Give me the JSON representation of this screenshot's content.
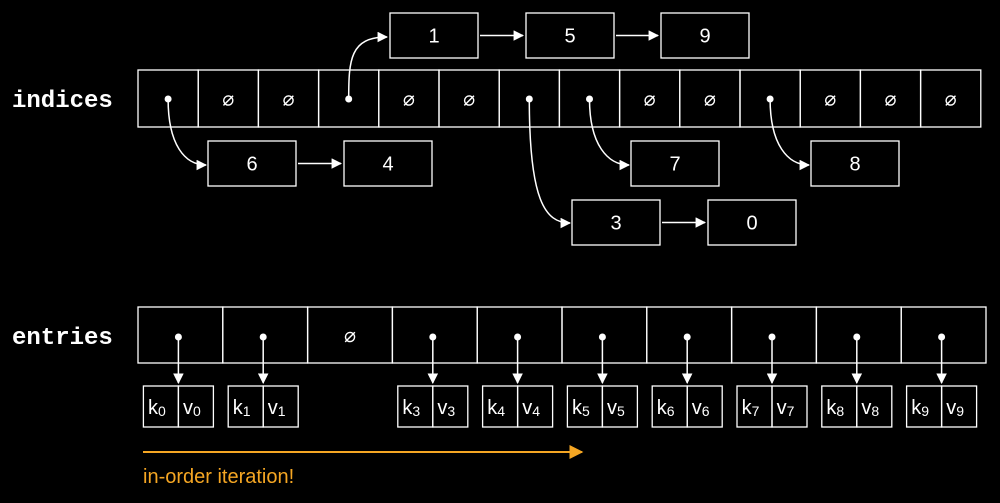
{
  "labels": {
    "indices": "indices",
    "entries": "entries",
    "footer": "in-order iteration!"
  },
  "indices": {
    "cells": [
      "",
      "⌀",
      "⌀",
      "",
      "⌀",
      "⌀",
      "",
      "",
      "⌀",
      "⌀",
      "",
      "⌀",
      "⌀",
      "⌀"
    ]
  },
  "chains": {
    "top": [
      "1",
      "5",
      "9"
    ],
    "cell0": [
      "6",
      "4"
    ],
    "cell6": [
      "3",
      "0"
    ],
    "cell7": [
      "7"
    ],
    "cell10": [
      "8"
    ]
  },
  "entries": {
    "cells": [
      "",
      "",
      "⌀",
      "",
      "",
      "",
      "",
      "",
      "",
      ""
    ],
    "pairs": [
      {
        "k": "k",
        "ksub": "0",
        "v": "v",
        "vsub": "0"
      },
      {
        "k": "k",
        "ksub": "1",
        "v": "v",
        "vsub": "1"
      },
      null,
      {
        "k": "k",
        "ksub": "3",
        "v": "v",
        "vsub": "3"
      },
      {
        "k": "k",
        "ksub": "4",
        "v": "v",
        "vsub": "4"
      },
      {
        "k": "k",
        "ksub": "5",
        "v": "v",
        "vsub": "5"
      },
      {
        "k": "k",
        "ksub": "6",
        "v": "v",
        "vsub": "6"
      },
      {
        "k": "k",
        "ksub": "7",
        "v": "v",
        "vsub": "7"
      },
      {
        "k": "k",
        "ksub": "8",
        "v": "v",
        "vsub": "8"
      },
      {
        "k": "k",
        "ksub": "9",
        "v": "v",
        "vsub": "9"
      }
    ]
  },
  "colors": {
    "background": "#000000",
    "stroke": "#ffffff",
    "accent": "#f5a623"
  }
}
